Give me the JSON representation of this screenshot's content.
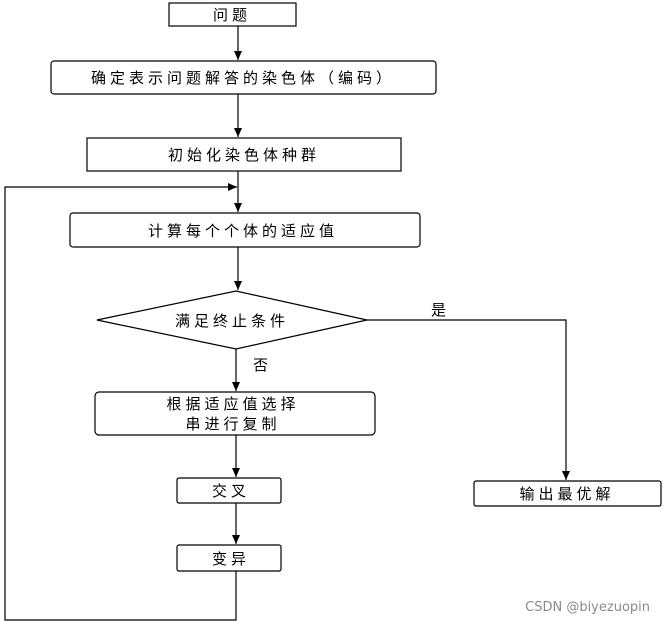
{
  "flowchart": {
    "nodes": {
      "problem": "问题",
      "encode": "确定表示问题解答的染色体（编码）",
      "init_pop": "初始化染色体种群",
      "fitness": "计算每个个体的适应值",
      "condition": "满足终止条件",
      "select_line1": "根据适应值选择",
      "select_line2": "串进行复制",
      "crossover": "交叉",
      "mutation": "变异",
      "output": "输出最优解"
    },
    "edge_labels": {
      "yes": "是",
      "no": "否"
    }
  },
  "watermark": "CSDN @biyezuopin"
}
